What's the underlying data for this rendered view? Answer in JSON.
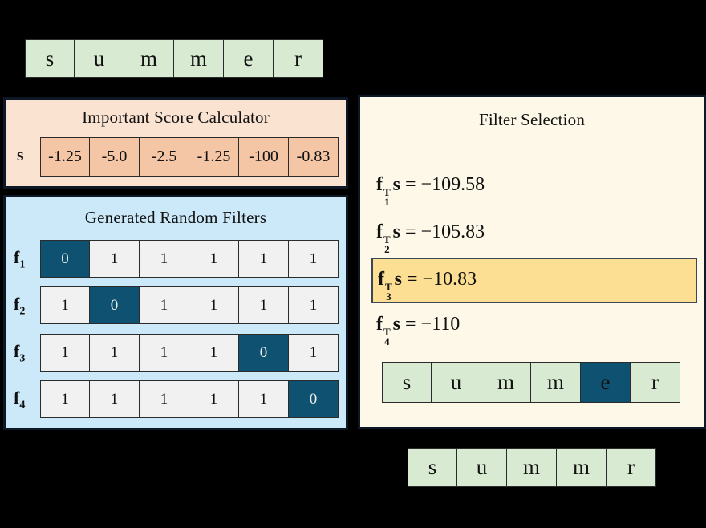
{
  "top_word": {
    "letters": [
      "s",
      "u",
      "m",
      "m",
      "e",
      "r"
    ]
  },
  "score_panel": {
    "title": "Important Score Calculator",
    "row_label": "s",
    "scores": [
      "-1.25",
      "-5.0",
      "-2.5",
      "-1.25",
      "-100",
      "-0.83"
    ]
  },
  "filters_panel": {
    "title": "Generated Random Filters",
    "filters": [
      {
        "label": "f",
        "index": "1",
        "values": [
          "0",
          "1",
          "1",
          "1",
          "1",
          "1"
        ],
        "zero_index": 0
      },
      {
        "label": "f",
        "index": "2",
        "values": [
          "1",
          "0",
          "1",
          "1",
          "1",
          "1"
        ],
        "zero_index": 1
      },
      {
        "label": "f",
        "index": "3",
        "values": [
          "1",
          "1",
          "1",
          "1",
          "0",
          "1"
        ],
        "zero_index": 4
      },
      {
        "label": "f",
        "index": "4",
        "values": [
          "1",
          "1",
          "1",
          "1",
          "1",
          "0"
        ],
        "zero_index": 5
      }
    ]
  },
  "selection_panel": {
    "title": "Filter Selection",
    "equations": [
      {
        "vec": "f",
        "sup": "T",
        "idx": "1",
        "arg": "s",
        "result": "= −109.58",
        "highlight": false
      },
      {
        "vec": "f",
        "sup": "T",
        "idx": "2",
        "arg": "s",
        "result": "= −105.83",
        "highlight": false
      },
      {
        "vec": "f",
        "sup": "T",
        "idx": "3",
        "arg": "s",
        "result": "= −10.83",
        "highlight": true
      },
      {
        "vec": "f",
        "sup": "T",
        "idx": "4",
        "arg": "s",
        "result": "= −110",
        "highlight": false
      }
    ],
    "word": {
      "letters": [
        "s",
        "u",
        "m",
        "m",
        "e",
        "r"
      ],
      "highlight_index": 4
    }
  },
  "bottom_word": {
    "letters": [
      "s",
      "u",
      "m",
      "m",
      "r"
    ]
  },
  "colors": {
    "background": "#000000",
    "letter_cell_green": "#d9ead3",
    "score_panel_bg": "#fbe3d2",
    "score_cell_peach": "#f5c6a5",
    "filters_panel_bg": "#cbe9f9",
    "filter_cell_gray": "#f1f1f1",
    "zero_teal": "#0f5170",
    "selection_panel_bg": "#fdf8e7",
    "highlight_gold": "#fcdf92"
  }
}
